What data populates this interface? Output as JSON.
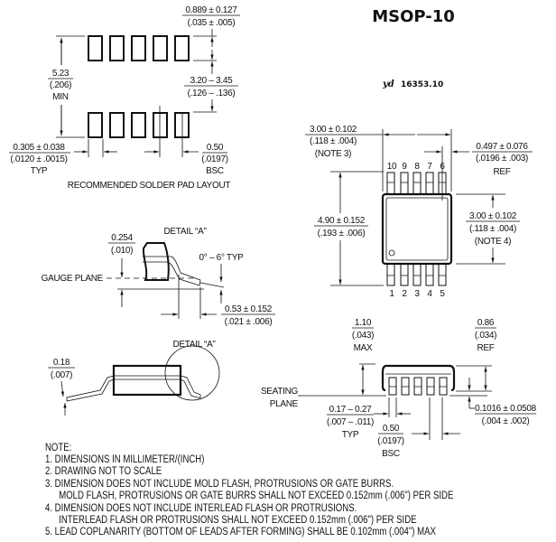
{
  "title": "MSOP-10",
  "drawing_code": {
    "prefix": "yd",
    "number": "16353.10"
  },
  "solder_pad": {
    "pad_width": [
      "0.889 ± 0.127",
      "(.035 ± .005)"
    ],
    "row_span": [
      "5.23",
      "(.206)",
      "MIN"
    ],
    "gap": [
      "3.20 – 3.45",
      "(.126 – .136)"
    ],
    "pad_pitch_width": [
      "0.305 ± 0.038",
      "(.0120 ± .0015)",
      "TYP"
    ],
    "pitch": [
      "0.50",
      "(.0197)",
      "BSC"
    ],
    "caption": "RECOMMENDED SOLDER PAD LAYOUT"
  },
  "top_view": {
    "width": [
      "3.00 ± 0.102",
      "(.118 ± .004)",
      "(NOTE 3)"
    ],
    "lead_ref": [
      "0.497 ± 0.076",
      "(.0196 ± .003)",
      "REF"
    ],
    "overall": [
      "4.90 ± 0.152",
      "(.193 ± .006)"
    ],
    "body": [
      "3.00 ± 0.102",
      "(.118 ± .004)",
      "(NOTE 4)"
    ],
    "pins_top": [
      "10",
      "9",
      "8",
      "7",
      "6"
    ],
    "pins_bottom": [
      "1",
      "2",
      "3",
      "4",
      "5"
    ]
  },
  "detail_a": {
    "label": "DETAIL “A”",
    "gauge": [
      "0.254",
      "(.010)"
    ],
    "gauge_plane": "GAUGE PLANE",
    "angle": "0° – 6° TYP",
    "foot": [
      "0.53 ± 0.152",
      "(.021 ± .006)"
    ]
  },
  "side_left": {
    "label": "DETAIL “A”",
    "thickness": [
      "0.18",
      "(.007)"
    ]
  },
  "side_right": {
    "height": [
      "1.10",
      "(.043)",
      "MAX"
    ],
    "body": [
      "0.86",
      "(.034)",
      "REF"
    ],
    "seating_plane": [
      "SEATING",
      "PLANE"
    ],
    "lead_width": [
      "0.17 – 0.27",
      "(.007 – .011)",
      "TYP"
    ],
    "pitch": [
      "0.50",
      "(.0197)",
      "BSC"
    ],
    "standoff": [
      "0.1016 ± 0.0508",
      "(.004 ± .002)"
    ]
  },
  "notes": {
    "heading": "NOTE:",
    "lines": [
      "1. DIMENSIONS IN MILLIMETER/(INCH)",
      "2. DRAWING NOT TO SCALE",
      "3. DIMENSION DOES NOT INCLUDE MOLD FLASH, PROTRUSIONS OR GATE BURRS.",
      "MOLD FLASH, PROTRUSIONS OR GATE BURRS SHALL NOT EXCEED 0.152mm (.006\") PER SIDE",
      "4. DIMENSION DOES NOT INCLUDE INTERLEAD FLASH OR PROTRUSIONS.",
      "INTERLEAD FLASH OR PROTRUSIONS SHALL NOT EXCEED 0.152mm (.006\") PER SIDE",
      "5. LEAD COPLANARITY (BOTTOM OF LEADS AFTER FORMING) SHALL BE 0.102mm (.004\") MAX"
    ]
  }
}
